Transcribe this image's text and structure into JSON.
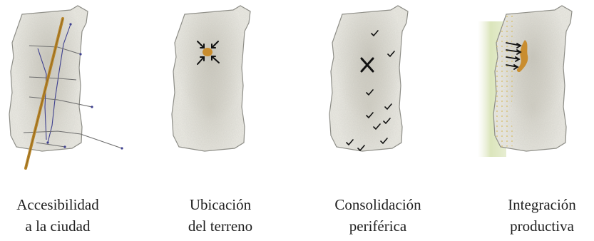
{
  "panels": [
    {
      "line1": "Accesibilidad",
      "line2": "a la ciudad"
    },
    {
      "line1": "Ubicación",
      "line2": "del terreno"
    },
    {
      "line1": "Consolidación",
      "line2": "periférica"
    },
    {
      "line1": "Integración",
      "line2": "productiva"
    }
  ],
  "colors": {
    "site_fill": "#ecebe5",
    "site_stroke": "#8a8a84",
    "accent": "#b8862b",
    "road_blue": "#3d3f8f",
    "road_gray": "#6e6e6e",
    "green_zone": "#d7e2b4",
    "marks": "#111111"
  },
  "icons": [
    "road-axis-icon",
    "location-target-icon",
    "checkmark-icon",
    "cross-icon",
    "productive-edge-icon"
  ]
}
